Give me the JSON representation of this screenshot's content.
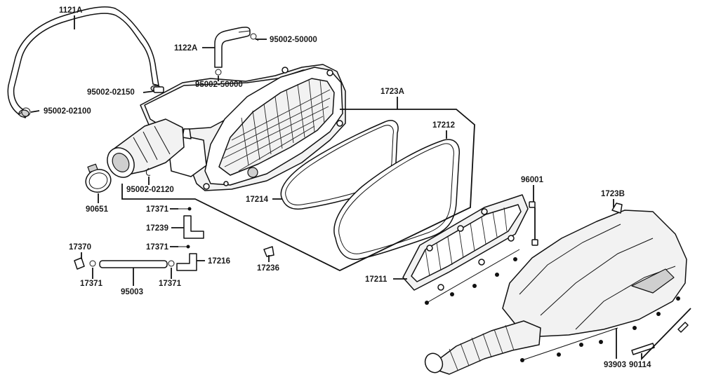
{
  "labels": {
    "l_1121A": "1121A",
    "l_95002_02100": "95002-02100",
    "l_95002_02150": "95002-02150",
    "l_1122A": "1122A",
    "l_95002_50000_a": "95002-50000",
    "l_95002_50000_b": "95002-50000",
    "l_1723A": "1723A",
    "l_17212": "17212",
    "l_17214": "17214",
    "l_95002_02120": "95002-02120",
    "l_90651": "90651",
    "l_17371_a": "17371",
    "l_17239": "17239",
    "l_17371_b": "17371",
    "l_17216": "17216",
    "l_17370": "17370",
    "l_17371_c": "17371",
    "l_95003": "95003",
    "l_17371_d": "17371",
    "l_17236": "17236",
    "l_96001": "96001",
    "l_1723B": "1723B",
    "l_17211": "17211",
    "l_93903": "93903",
    "l_90114": "90114"
  },
  "colors": {
    "line": "#111111",
    "part_fill": "#f2f2f2",
    "shade": "#cfcfcf",
    "background": "#ffffff"
  }
}
